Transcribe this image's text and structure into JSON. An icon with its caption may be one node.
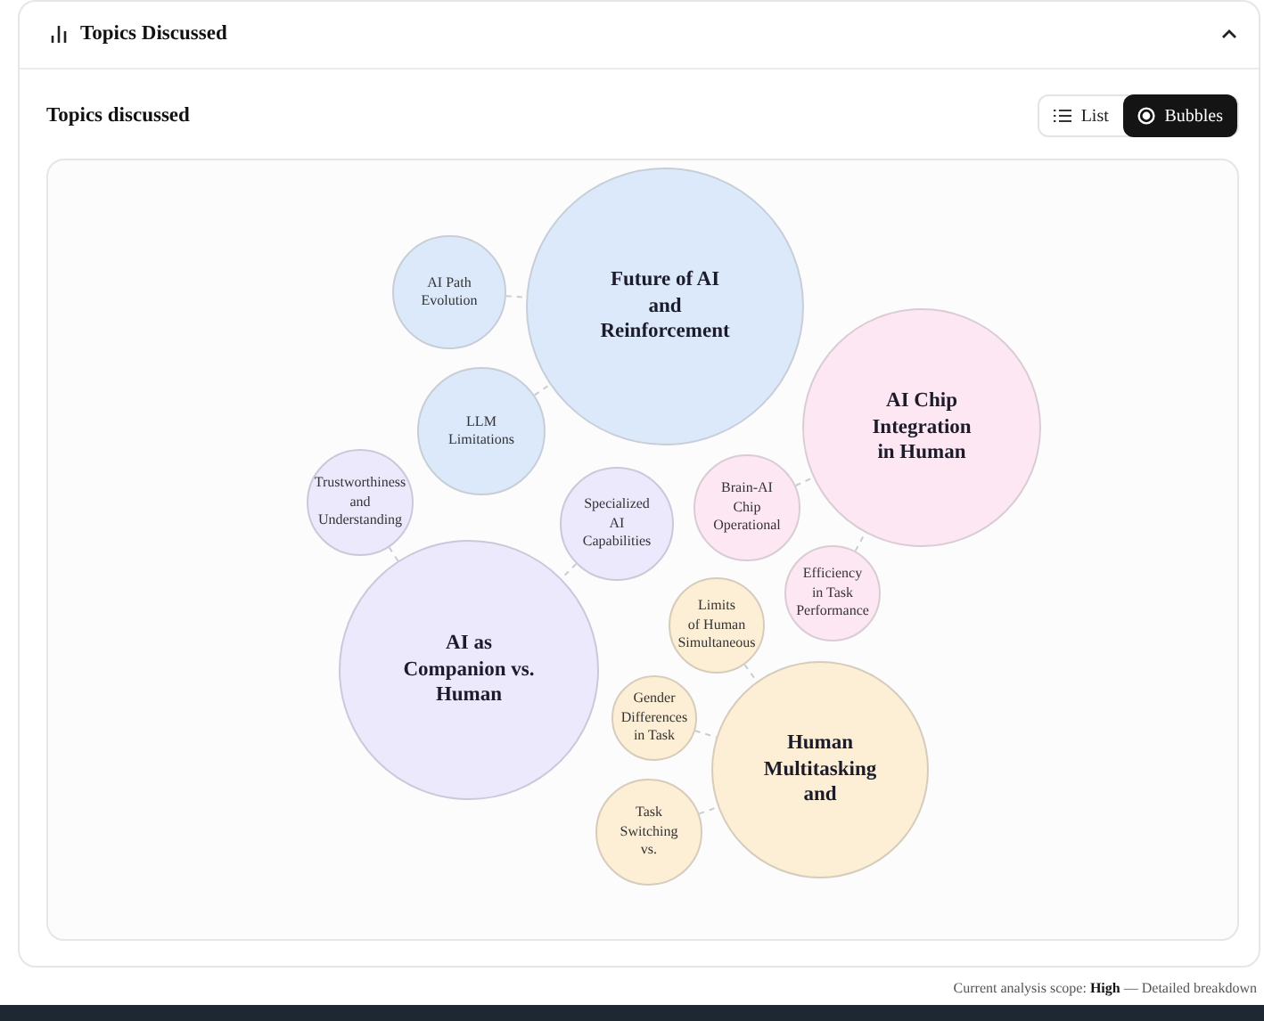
{
  "diagram": {
    "title": "Topics Discussed",
    "nodes": [
      {
        "text": [
          "Future of AI and Reinforcement"
        ]
      },
      {
        "text": [
          "AI Path Evolution"
        ]
      },
      {
        "text": [
          "LLM Limitations"
        ]
      },
      {
        "text": [
          "AI Chip Integration in Human"
        ]
      },
      {
        "text": [
          "Trustworthiness and Understanding"
        ]
      },
      {
        "text": [
          "Specialized AI Capabilities"
        ]
      },
      {
        "text": [
          "Brain-AI Chip Operational"
        ]
      },
      {
        "text": [
          "Efficiency in Task Performance"
        ]
      },
      {
        "text": [
          "AI as Companion vs. Human"
        ]
      },
      {
        "text": [
          "Limits of Human Simultaneous"
        ]
      },
      {
        "text": [
          "Gender Differences in Task"
        ]
      },
      {
        "text": [
          "Human Multitasking and"
        ]
      },
      {
        "text": [
          "Task Switching vs."
        ]
      }
    ],
    "edges": [
      {
        "from": 1,
        "to": 0,
        "arrow": "none",
        "style": "dashed"
      },
      {
        "from": 2,
        "to": 0,
        "arrow": "none",
        "style": "dashed"
      },
      {
        "from": 6,
        "to": 3,
        "arrow": "none",
        "style": "dashed"
      },
      {
        "from": 7,
        "to": 3,
        "arrow": "none",
        "style": "dashed"
      },
      {
        "from": 4,
        "to": 8,
        "arrow": "none",
        "style": "dashed"
      },
      {
        "from": 5,
        "to": 8,
        "arrow": "none",
        "style": "dashed"
      },
      {
        "from": 9,
        "to": 11,
        "arrow": "none",
        "style": "dashed"
      },
      {
        "from": 10,
        "to": 11,
        "arrow": "none",
        "style": "dashed"
      },
      {
        "from": 12,
        "to": 11,
        "arrow": "none",
        "style": "dashed"
      }
    ],
    "labels": [
      "Topics discussed",
      "List",
      "Bubbles",
      "Current analysis scope: **High** — Detailed breakdown"
    ]
  }
}
